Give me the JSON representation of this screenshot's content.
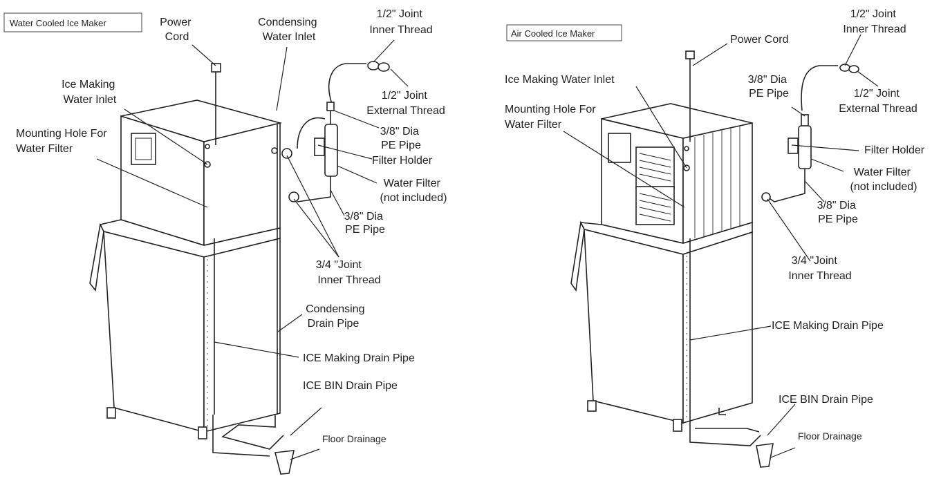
{
  "left": {
    "title": "Water Cooled Ice Maker",
    "labels": {
      "power_cord": [
        "Power",
        "Cord"
      ],
      "condensing_water_inlet": [
        "Condensing",
        "Water Inlet"
      ],
      "joint_inner_top": [
        "1/2\" Joint",
        "Inner Thread"
      ],
      "joint_external": [
        "1/2\" Joint",
        "External Thread"
      ],
      "ice_making_inlet": [
        "Ice Making",
        "Water Inlet"
      ],
      "mounting_hole": [
        "Mounting Hole For",
        "Water Filter"
      ],
      "pe_pipe_upper": [
        "3/8\" Dia",
        "PE Pipe"
      ],
      "filter_holder": "Filter Holder",
      "water_filter": [
        "Water Filter",
        "(not included)"
      ],
      "pe_pipe_lower": [
        "3/8\" Dia",
        "PE Pipe"
      ],
      "joint_34": [
        "3/4 \"Joint",
        "Inner Thread"
      ],
      "condensing_drain": [
        "Condensing",
        "Drain Pipe"
      ],
      "ice_making_drain": "ICE Making Drain Pipe",
      "ice_bin_drain": "ICE BIN Drain Pipe",
      "floor_drainage": "Floor Drainage"
    }
  },
  "right": {
    "title": "Air Cooled Ice Maker",
    "labels": {
      "power_cord": "Power Cord",
      "joint_inner_top": [
        "1/2\" Joint",
        "Inner Thread"
      ],
      "ice_making_inlet": "Ice Making Water Inlet",
      "pe_pipe_upper": [
        "3/8\" Dia",
        "PE Pipe"
      ],
      "joint_external": [
        "1/2\" Joint",
        "External Thread"
      ],
      "mounting_hole": [
        "Mounting Hole For",
        "Water Filter"
      ],
      "filter_holder": "Filter Holder",
      "water_filter": [
        "Water Filter",
        "(not included)"
      ],
      "pe_pipe_lower": [
        "3/8\" Dia",
        "PE Pipe"
      ],
      "joint_34": [
        "3/4 \"Joint",
        "Inner Thread"
      ],
      "ice_making_drain": "ICE Making Drain Pipe",
      "ice_bin_drain": "ICE BIN Drain Pipe",
      "floor_drainage": "Floor Drainage"
    }
  }
}
